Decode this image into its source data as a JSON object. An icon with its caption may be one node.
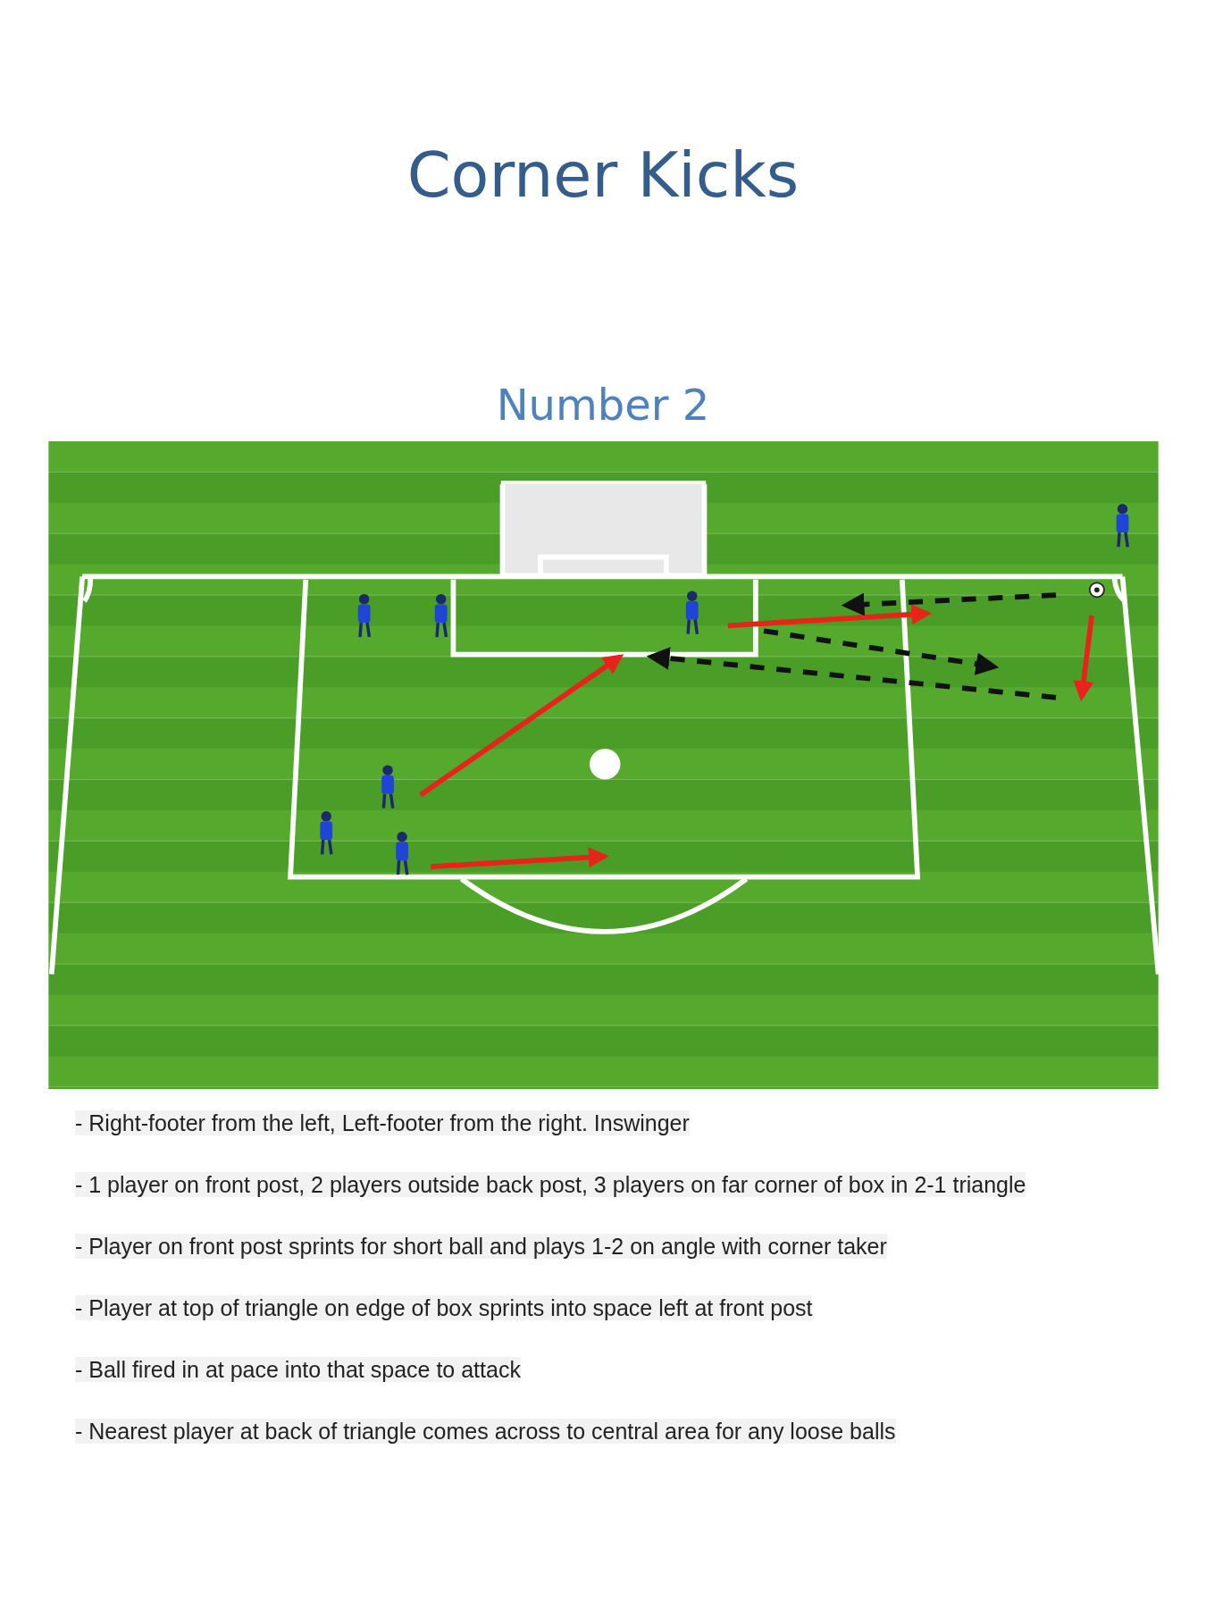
{
  "diagram": {
    "title": "Corner Kicks",
    "labels": [
      "Number 2",
      "- Right-footer from the left, Left-footer from the right. Inswinger",
      "- 1 player on front post, 2 players outside back post, 3 players on far corner of box in 2-1 triangle",
      "- Player on front post sprints for short ball and plays 1-2 on angle with corner taker",
      "- Player at top of triangle on edge of box sprints into space left at front post",
      "- Ball fired in at pace into that space to attack",
      "- Nearest player at back of triangle comes across to central area for any loose balls"
    ]
  }
}
